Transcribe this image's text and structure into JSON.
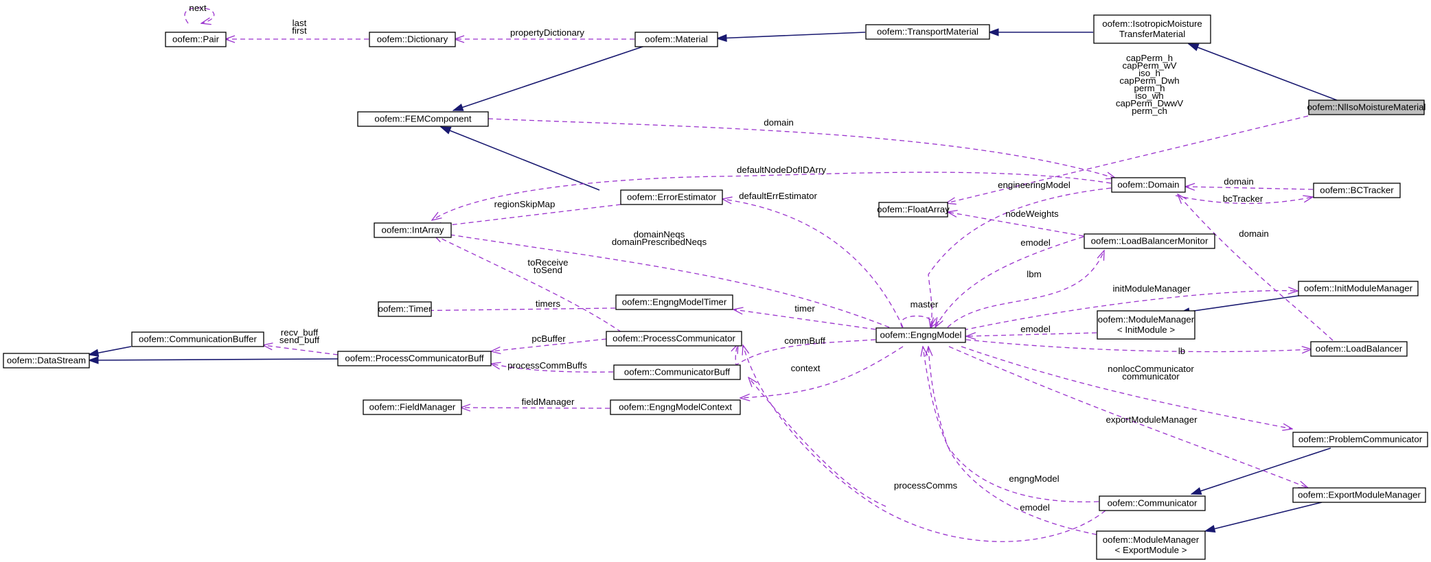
{
  "diagram": {
    "nodes": [
      {
        "id": "pair",
        "lines": [
          "oofem::Pair"
        ]
      },
      {
        "id": "dictionary",
        "lines": [
          "oofem::Dictionary"
        ]
      },
      {
        "id": "material",
        "lines": [
          "oofem::Material"
        ]
      },
      {
        "id": "transport",
        "lines": [
          "oofem::TransportMaterial"
        ]
      },
      {
        "id": "isomoist",
        "lines": [
          "oofem::IsotropicMoisture",
          "TransferMaterial"
        ]
      },
      {
        "id": "nliso",
        "lines": [
          "oofem::NlIsoMoistureMaterial"
        ]
      },
      {
        "id": "femcomp",
        "lines": [
          "oofem::FEMComponent"
        ]
      },
      {
        "id": "domain",
        "lines": [
          "oofem::Domain"
        ]
      },
      {
        "id": "bctracker",
        "lines": [
          "oofem::BCTracker"
        ]
      },
      {
        "id": "floatarray",
        "lines": [
          "oofem::FloatArray"
        ]
      },
      {
        "id": "errest",
        "lines": [
          "oofem::ErrorEstimator"
        ]
      },
      {
        "id": "intarray",
        "lines": [
          "oofem::IntArray"
        ]
      },
      {
        "id": "lbm",
        "lines": [
          "oofem::LoadBalancerMonitor"
        ]
      },
      {
        "id": "initmm",
        "lines": [
          "oofem::InitModuleManager"
        ]
      },
      {
        "id": "timer",
        "lines": [
          "oofem::Timer"
        ]
      },
      {
        "id": "emtimer",
        "lines": [
          "oofem::EngngModelTimer"
        ]
      },
      {
        "id": "engng",
        "lines": [
          "oofem::EngngModel"
        ]
      },
      {
        "id": "mminit",
        "lines": [
          "oofem::ModuleManager",
          "< InitModule >"
        ]
      },
      {
        "id": "commbuf",
        "lines": [
          "oofem::CommunicationBuffer"
        ]
      },
      {
        "id": "datastream",
        "lines": [
          "oofem::DataStream"
        ]
      },
      {
        "id": "pcbuff",
        "lines": [
          "oofem::ProcessCommunicatorBuff"
        ]
      },
      {
        "id": "pc",
        "lines": [
          "oofem::ProcessCommunicator"
        ]
      },
      {
        "id": "lb",
        "lines": [
          "oofem::LoadBalancer"
        ]
      },
      {
        "id": "cbuff",
        "lines": [
          "oofem::CommunicatorBuff"
        ]
      },
      {
        "id": "fieldmgr",
        "lines": [
          "oofem::FieldManager"
        ]
      },
      {
        "id": "emctx",
        "lines": [
          "oofem::EngngModelContext"
        ]
      },
      {
        "id": "probcomm",
        "lines": [
          "oofem::ProblemCommunicator"
        ]
      },
      {
        "id": "exportmm",
        "lines": [
          "oofem::ExportModuleManager"
        ]
      },
      {
        "id": "communicator",
        "lines": [
          "oofem::Communicator"
        ]
      },
      {
        "id": "mmexport",
        "lines": [
          "oofem::ModuleManager",
          "< ExportModule >"
        ]
      }
    ],
    "edge_labels": [
      {
        "id": "lbl-next",
        "lines": [
          "next"
        ]
      },
      {
        "id": "lbl-last-first",
        "lines": [
          "last",
          "first"
        ]
      },
      {
        "id": "lbl-propdict",
        "lines": [
          "propertyDictionary"
        ]
      },
      {
        "id": "lbl-captensors",
        "lines": [
          "capPerm_h",
          "capPerm_wV",
          "iso_h",
          "capPerm_Dwh",
          "perm_h",
          "iso_wh",
          "capPerm_DwwV",
          "perm_ch"
        ]
      },
      {
        "id": "lbl-domain-fem",
        "lines": [
          "domain"
        ]
      },
      {
        "id": "lbl-defnode",
        "lines": [
          "defaultNodeDofIDArry"
        ]
      },
      {
        "id": "lbl-domain-bct",
        "lines": [
          "domain"
        ]
      },
      {
        "id": "lbl-bctracker",
        "lines": [
          "bcTracker"
        ]
      },
      {
        "id": "lbl-engmodel-dom",
        "lines": [
          "engineeringModel"
        ]
      },
      {
        "id": "lbl-defaulterr",
        "lines": [
          "defaultErrEstimator"
        ]
      },
      {
        "id": "lbl-regionskip",
        "lines": [
          "regionSkipMap"
        ]
      },
      {
        "id": "lbl-nodeweights",
        "lines": [
          "nodeWeights"
        ]
      },
      {
        "id": "lbl-domainneqs",
        "lines": [
          "domainNeqs",
          "domainPrescribedNeqs"
        ]
      },
      {
        "id": "lbl-domain-lb",
        "lines": [
          "domain"
        ]
      },
      {
        "id": "lbl-emodel-lbm",
        "lines": [
          "emodel"
        ]
      },
      {
        "id": "lbl-lbm",
        "lines": [
          "lbm"
        ]
      },
      {
        "id": "lbl-toreceive",
        "lines": [
          "toReceive",
          "toSend"
        ]
      },
      {
        "id": "lbl-initmm",
        "lines": [
          "initModuleManager"
        ]
      },
      {
        "id": "lbl-timers",
        "lines": [
          "timers"
        ]
      },
      {
        "id": "lbl-master",
        "lines": [
          "master"
        ]
      },
      {
        "id": "lbl-timer",
        "lines": [
          "timer"
        ]
      },
      {
        "id": "lbl-emodel-mminit",
        "lines": [
          "emodel"
        ]
      },
      {
        "id": "lbl-recvsend",
        "lines": [
          "recv_buff",
          "send_buff"
        ]
      },
      {
        "id": "lbl-pcbuffer",
        "lines": [
          "pcBuffer"
        ]
      },
      {
        "id": "lbl-commbuff",
        "lines": [
          "commBuff"
        ]
      },
      {
        "id": "lbl-lb",
        "lines": [
          "lb"
        ]
      },
      {
        "id": "lbl-processcommbuffs",
        "lines": [
          "processCommBuffs"
        ]
      },
      {
        "id": "lbl-context",
        "lines": [
          "context"
        ]
      },
      {
        "id": "lbl-nonloc",
        "lines": [
          "nonlocCommunicator",
          "communicator"
        ]
      },
      {
        "id": "lbl-fieldmgr",
        "lines": [
          "fieldManager"
        ]
      },
      {
        "id": "lbl-exportmm",
        "lines": [
          "exportModuleManager"
        ]
      },
      {
        "id": "lbl-engngmodel-comm",
        "lines": [
          "engngModel"
        ]
      },
      {
        "id": "lbl-processcomms",
        "lines": [
          "processComms"
        ]
      },
      {
        "id": "lbl-emodel-mmexp",
        "lines": [
          "emodel"
        ]
      }
    ]
  }
}
